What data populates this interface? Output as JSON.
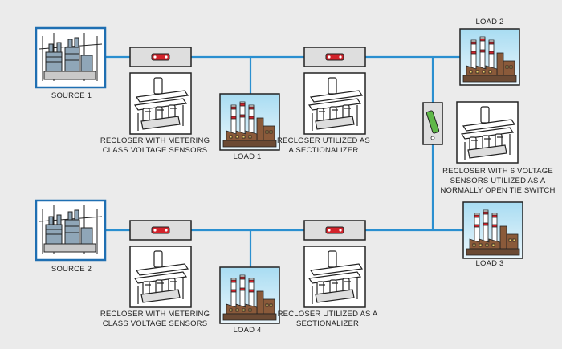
{
  "colors": {
    "background": "#ebebeb",
    "line": "#2a8fd0",
    "sourceBorder": "#1f6fb2",
    "reclosers": "#d3232b",
    "tieSwitch": "#5fb848",
    "skyTop": "#9fd6ee"
  },
  "labels": {
    "source1": "SOURCE 1",
    "source2": "SOURCE 2",
    "load1": "LOAD 1",
    "load2": "LOAD 2",
    "load3": "LOAD 3",
    "load4": "LOAD 4",
    "recloser1": "RECLOSER WITH METERING CLASS VOLTAGE SENSORS",
    "recloser2": "RECLOSER UTILIZED AS A SECTIONALIZER",
    "recloser3": "RECLOSER WITH 6 VOLTAGE SENSORS UTILIZED AS A NORMALLY OPEN TIE SWITCH",
    "recloser4": "RECLOSER WITH METERING CLASS VOLTAGE SENSORS",
    "recloser5": "RECLOSER UTILIZED AS A SECTIONALIZER"
  },
  "icons": {
    "source": "substation-icon",
    "load": "factory-icon",
    "recloser": "recloser-icon",
    "closed": "closed-switch-icon",
    "open": "open-tie-switch-icon"
  }
}
